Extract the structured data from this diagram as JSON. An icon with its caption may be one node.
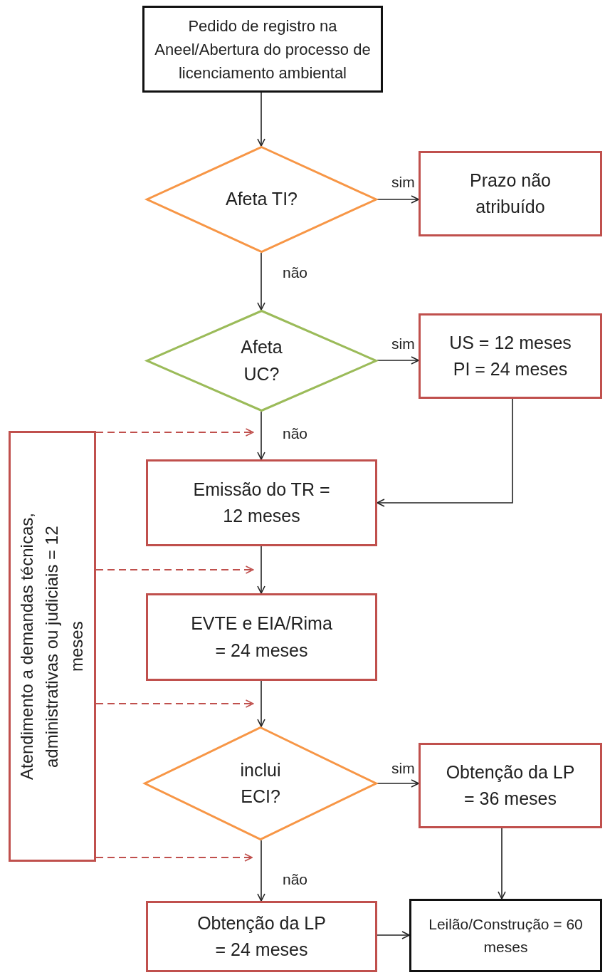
{
  "diagram": {
    "nodes": [
      {
        "text": [
          "Pedido de registro na Aneel/Abertura do processo de licenciamento ambiental"
        ]
      },
      {
        "text": [
          "Afeta TI?"
        ]
      },
      {
        "text": [
          "Prazo não atribuído"
        ]
      },
      {
        "text": [
          "Afeta UC?"
        ]
      },
      {
        "text": [
          "US = 12 meses PI = 24 meses"
        ]
      },
      {
        "text": [
          "Atendimento a demandas técnicas, administrativas ou judiciais = 12 meses"
        ]
      },
      {
        "text": [
          "Emissão do TR = 12 meses"
        ]
      },
      {
        "text": [
          "EVTE e EIA/Rima = 24 meses"
        ]
      },
      {
        "text": [
          "inclui ECI?"
        ]
      },
      {
        "text": [
          "Obtenção da LP = 36 meses"
        ]
      },
      {
        "text": [
          "Obtenção da LP = 24 meses"
        ]
      },
      {
        "text": [
          "Leilão/Construção = 60 meses"
        ]
      }
    ],
    "edges": [
      {
        "from": 0,
        "to": 1,
        "arrow": "to"
      },
      {
        "from": 1,
        "to": 2,
        "arrow": "to",
        "label": "sim"
      },
      {
        "from": 1,
        "to": 3,
        "arrow": "to",
        "label": "não"
      },
      {
        "from": 3,
        "to": 4,
        "arrow": "to",
        "label": "sim"
      },
      {
        "from": 3,
        "to": 6,
        "arrow": "to",
        "label": "não"
      },
      {
        "from": 4,
        "to": 6,
        "arrow": "to"
      },
      {
        "from": 6,
        "to": 7,
        "arrow": "to"
      },
      {
        "from": 7,
        "to": 8,
        "arrow": "to"
      },
      {
        "from": 8,
        "to": 9,
        "arrow": "to",
        "label": "sim"
      },
      {
        "from": 8,
        "to": 10,
        "arrow": "to",
        "label": "não"
      },
      {
        "from": 9,
        "to": 11,
        "arrow": "to"
      },
      {
        "from": 10,
        "to": 11,
        "arrow": "to"
      },
      {
        "from": 5,
        "to": 3,
        "arrow": "to",
        "style": "dashed",
        "color": "#c0504d"
      },
      {
        "from": 5,
        "to": 6,
        "arrow": "to",
        "style": "dashed",
        "color": "#c0504d"
      },
      {
        "from": 5,
        "to": 7,
        "arrow": "to",
        "style": "dashed",
        "color": "#c0504d"
      },
      {
        "from": 5,
        "to": 8,
        "arrow": "to",
        "style": "dashed",
        "color": "#c0504d"
      }
    ]
  }
}
